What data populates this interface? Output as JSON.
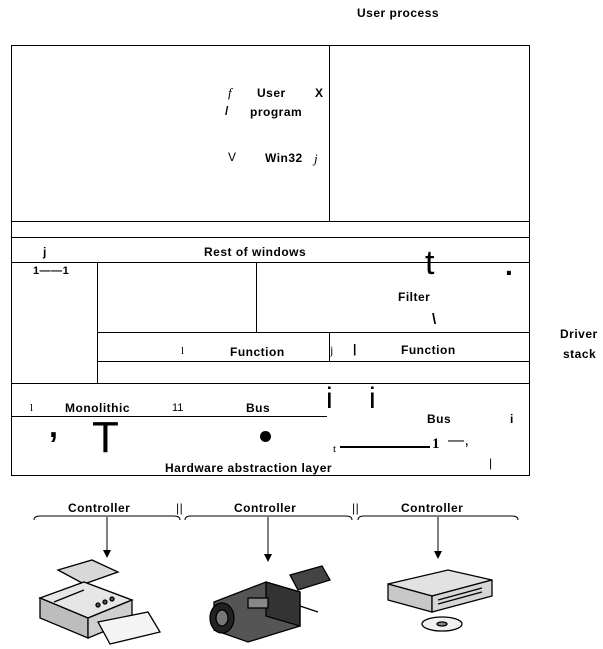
{
  "top_label": "User process",
  "user_box": {
    "line1_prefix": "f",
    "line1": "User",
    "line1_suffix": "X",
    "line2_prefix": "/",
    "line2": "program",
    "line3_prefix": "V",
    "line3": "Win32",
    "line3_suffix": "j"
  },
  "rest_row": {
    "prefix": "j",
    "label": "Rest of windows"
  },
  "driver_stack_label": {
    "line1": "Driver",
    "line2": "stack"
  },
  "filter_box": {
    "glyph_t": "t",
    "dot": ".",
    "label": "Filter",
    "slash": "\\"
  },
  "function_row": {
    "left_prefix": "l",
    "left_label": "Function",
    "right_prefix": "j",
    "right_bar": "|",
    "right_label": "Function"
  },
  "corner_mark": "1——1",
  "bus_row": {
    "prefix": "l",
    "monolithic": "Monolithic",
    "num": "11",
    "bus_left": "Bus",
    "ii": "i i",
    "bus_right": "Bus",
    "suffix": "i"
  },
  "hal_row": {
    "comma": ",",
    "T": "T",
    "small_t": "t",
    "one": "1",
    "dash_comma": "—,",
    "label": "Hardware abstraction layer",
    "bar": "|"
  },
  "controllers": [
    {
      "label": "Controller",
      "device": "printer-icon"
    },
    {
      "label": "Controller",
      "device": "camcorder-icon"
    },
    {
      "label": "Controller",
      "device": "cd-player-icon"
    }
  ],
  "controller_separators": [
    "||",
    "||"
  ]
}
